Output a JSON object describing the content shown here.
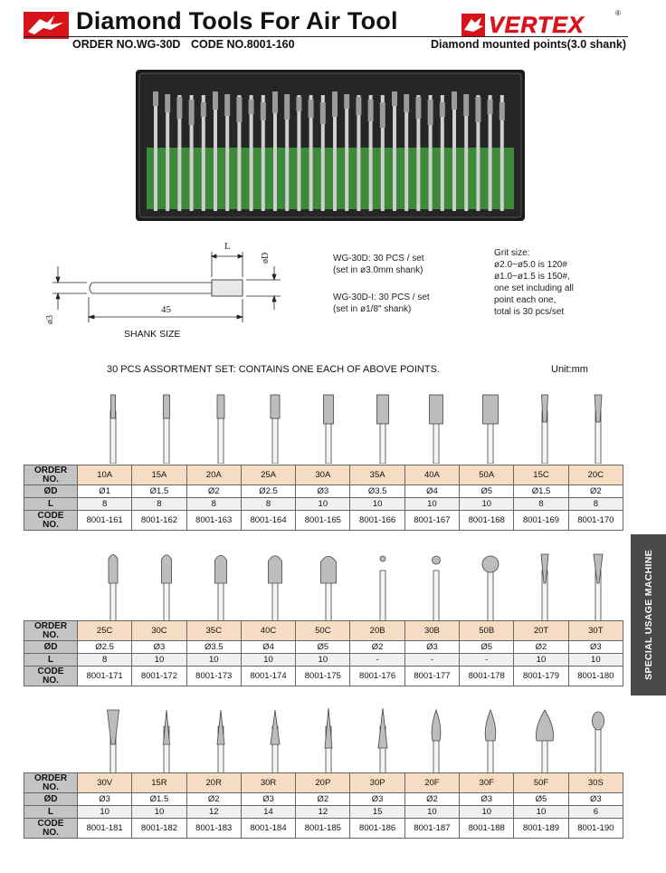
{
  "header": {
    "title": "Diamond Tools For Air Tool",
    "brand": "VERTEX",
    "registered": "®",
    "order_no": "ORDER NO.WG-30D",
    "code_no": "CODE NO.8001-160",
    "subtitle": "Diamond mounted points(3.0 shank)"
  },
  "diagram": {
    "dim_l": "L",
    "dim_d": "øD",
    "dim_45": "45",
    "dim_3": "ø3",
    "shank_label": "SHANK SIZE"
  },
  "set_info": {
    "a1": "WG-30D: 30 PCS / set",
    "a2": "(set in ø3.0mm shank)",
    "b1": "WG-30D-I: 30 PCS / set",
    "b2": "(set in ø1/8\" shank)"
  },
  "grit": {
    "l1": "Grit size:",
    "l2": "ø2.0~ø5.0 is 120#",
    "l3": "ø1.0~ø1.5 is 150#,",
    "l4": "one set including all",
    "l5": "point each one,",
    "l6": "total is 30 pcs/set"
  },
  "assortment_title": "30 PCS ASSORTMENT SET: CONTAINS ONE EACH OF ABOVE POINTS.",
  "unit": "Unit:mm",
  "side_tab": "SPECIAL USAGE MACHINE",
  "row_labels": {
    "order": "ORDER",
    "no": "NO.",
    "d": "ØD",
    "l": "L",
    "code": "CODE",
    "code_no": "NO."
  },
  "tables": [
    {
      "order": [
        "10A",
        "15A",
        "20A",
        "25A",
        "30A",
        "35A",
        "40A",
        "50A",
        "15C",
        "20C"
      ],
      "d": [
        "Ø1",
        "Ø1.5",
        "Ø2",
        "Ø2.5",
        "Ø3",
        "Ø3.5",
        "Ø4",
        "Ø5",
        "Ø1.5",
        "Ø2"
      ],
      "l": [
        "8",
        "8",
        "8",
        "8",
        "10",
        "10",
        "10",
        "10",
        "8",
        "8"
      ],
      "code": [
        "8001-161",
        "8001-162",
        "8001-163",
        "8001-164",
        "8001-165",
        "8001-166",
        "8001-167",
        "8001-168",
        "8001-169",
        "8001-170"
      ]
    },
    {
      "order": [
        "25C",
        "30C",
        "35C",
        "40C",
        "50C",
        "20B",
        "30B",
        "50B",
        "20T",
        "30T"
      ],
      "d": [
        "Ø2.5",
        "Ø3",
        "Ø3.5",
        "Ø4",
        "Ø5",
        "Ø2",
        "Ø3",
        "Ø5",
        "Ø2",
        "Ø3"
      ],
      "l": [
        "8",
        "10",
        "10",
        "10",
        "10",
        "-",
        "-",
        "-",
        "10",
        "10"
      ],
      "code": [
        "8001-171",
        "8001-172",
        "8001-173",
        "8001-174",
        "8001-175",
        "8001-176",
        "8001-177",
        "8001-178",
        "8001-179",
        "8001-180"
      ]
    },
    {
      "order": [
        "30V",
        "15R",
        "20R",
        "30R",
        "20P",
        "30P",
        "20F",
        "30F",
        "50F",
        "30S"
      ],
      "d": [
        "Ø3",
        "Ø1.5",
        "Ø2",
        "Ø3",
        "Ø2",
        "Ø3",
        "Ø2",
        "Ø3",
        "Ø5",
        "Ø3"
      ],
      "l": [
        "10",
        "10",
        "12",
        "14",
        "12",
        "15",
        "10",
        "10",
        "10",
        "6"
      ],
      "code": [
        "8001-181",
        "8001-182",
        "8001-183",
        "8001-184",
        "8001-185",
        "8001-186",
        "8001-187",
        "8001-188",
        "8001-189",
        "8001-190"
      ]
    }
  ]
}
